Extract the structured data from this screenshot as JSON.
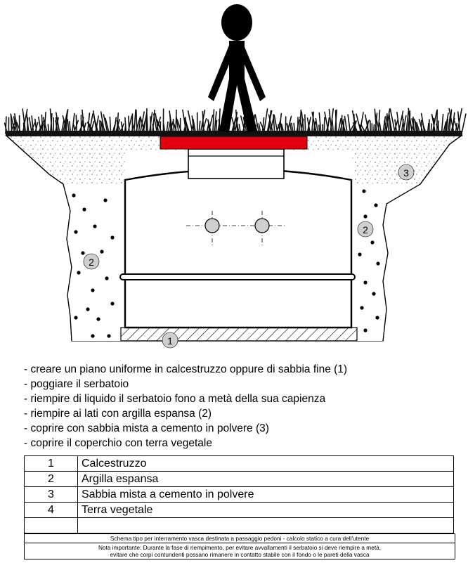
{
  "diagram": {
    "callouts": [
      "1",
      "2",
      "2",
      "3"
    ],
    "colors": {
      "lid": "#e00010",
      "ground": "#f2f2f2",
      "outline": "#000000",
      "callout_fill": "#cfcfcf",
      "grass": "#111111"
    }
  },
  "instructions": [
    "- creare un piano uniforme in calcestruzzo oppure di sabbia fine (1)",
    "- poggiare il serbatoio",
    "- riempire di liquido il serbatoio fono a metà della sua capienza",
    "- riempire ai lati con argilla espansa (2)",
    "- coprire con sabbia mista a cemento in polvere (3)",
    "- coprire il coperchio con terra vegetale"
  ],
  "legend": [
    {
      "num": "1",
      "label": "Calcestruzzo"
    },
    {
      "num": "2",
      "label": "Argilla espansa"
    },
    {
      "num": "3",
      "label": "Sabbia mista a cemento in polvere"
    },
    {
      "num": "4",
      "label": "Terra vegetale"
    },
    {
      "num": "",
      "label": ""
    }
  ],
  "notes": {
    "schema": "Schema tipo per interramento vasca destinata a passaggio pedoni - calcolo statico a cura dell'utente",
    "important_1": "Nota importante: Durante la fase di riempimento, per evitare avvallamenti il serbatoio si deve riempire a metà,",
    "important_2": "evitare che corpi contundenti possano rimanere in contatto stabile con il fondo o le pareti della vasca"
  }
}
